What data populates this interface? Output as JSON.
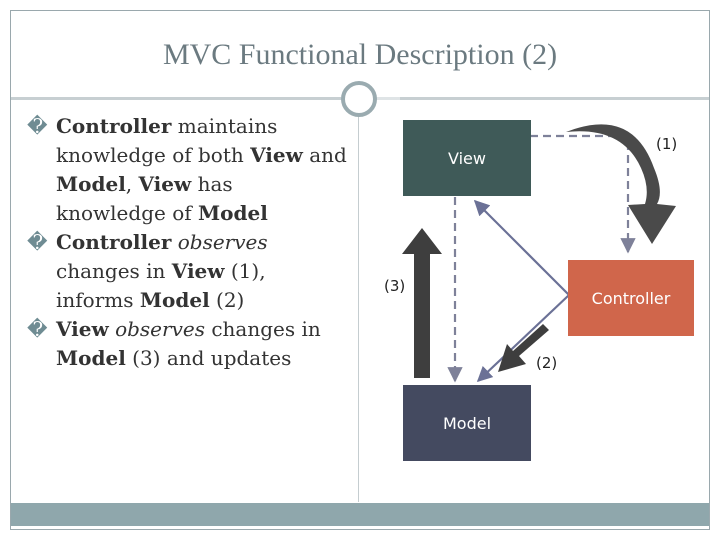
{
  "slide": {
    "title": "MVC Functional Description (2)"
  },
  "bullets": [
    {
      "segments": [
        {
          "text": "Controller",
          "style": "bold"
        },
        {
          "text": " maintains knowledge of both ",
          "style": "normal"
        },
        {
          "text": "View",
          "style": "bold"
        },
        {
          "text": " and ",
          "style": "normal"
        },
        {
          "text": "Model",
          "style": "bold"
        },
        {
          "text": ", ",
          "style": "normal"
        },
        {
          "text": "View",
          "style": "bold"
        },
        {
          "text": " has knowledge of ",
          "style": "normal"
        },
        {
          "text": "Model",
          "style": "bold"
        }
      ]
    },
    {
      "segments": [
        {
          "text": "Controller",
          "style": "bold"
        },
        {
          "text": " ",
          "style": "normal"
        },
        {
          "text": "observes",
          "style": "italic"
        },
        {
          "text": " changes in ",
          "style": "normal"
        },
        {
          "text": "View",
          "style": "bold"
        },
        {
          "text": " (1), informs ",
          "style": "normal"
        },
        {
          "text": "Model",
          "style": "bold"
        },
        {
          "text": " (2)",
          "style": "normal"
        }
      ]
    },
    {
      "segments": [
        {
          "text": "View",
          "style": "bold"
        },
        {
          "text": " ",
          "style": "normal"
        },
        {
          "text": "observes",
          "style": "italic"
        },
        {
          "text": " changes in ",
          "style": "normal"
        },
        {
          "text": "Model",
          "style": "bold"
        },
        {
          "text": " (3) and updates",
          "style": "normal"
        }
      ]
    }
  ],
  "diagram": {
    "view": {
      "label": "View",
      "fill": "#3f5a58",
      "text_color": "#ffffff"
    },
    "controller": {
      "label": "Controller",
      "fill": "#d0664b",
      "text_color": "#ffffff"
    },
    "model": {
      "label": "Model",
      "fill": "#444a60",
      "text_color": "#ffffff"
    },
    "labels": {
      "one": "(1)",
      "two": "(2)",
      "three": "(3)"
    },
    "colors": {
      "dashed_arrow": "#7e8199",
      "solid_line": "#6b7196",
      "curved_arrow": "#4a4a4a",
      "frame": "#9aa8ad",
      "footer": "#8fa7ac"
    }
  }
}
